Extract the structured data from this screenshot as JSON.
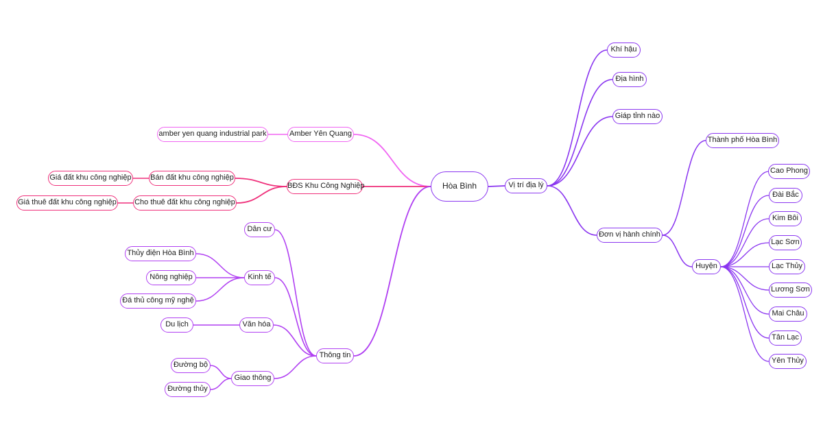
{
  "mindmap": {
    "root": "Hòa Bình",
    "amber": {
      "label": "Amber Yên Quang",
      "child": "amber yen quang industrial park"
    },
    "bds": {
      "label": "BĐS Khu Công Nghiệp",
      "sell": {
        "label": "Bán đất khu công nghiệp",
        "child": "Giá đất khu công nghiệp"
      },
      "rent": {
        "label": "Cho thuê đất khu công nghiệp",
        "child": "Giá thuê đất khu công nghiệp"
      }
    },
    "info": {
      "label": "Thông tin",
      "population": "Dân cư",
      "economy": {
        "label": "Kinh tế",
        "items": [
          "Thủy điện Hòa Bình",
          "Nông nghiệp",
          "Đá thủ công mỹ nghệ"
        ]
      },
      "culture": {
        "label": "Văn hóa",
        "items": [
          "Du lịch"
        ]
      },
      "transport": {
        "label": "Giao thông",
        "items": [
          "Đường bộ",
          "Đường thủy"
        ]
      }
    },
    "geo": {
      "label": "Vị trí địa lý",
      "items": [
        "Khí hậu",
        "Địa hình",
        "Giáp tỉnh nào"
      ],
      "admin": {
        "label": "Đơn vị hành chính",
        "city": "Thành phố Hòa Bình",
        "district": {
          "label": "Huyện",
          "items": [
            "Cao Phong",
            "Đài Bắc",
            "Kim Bôi",
            "Lạc Sơn",
            "Lạc Thủy",
            "Lương Sơn",
            "Mai Châu",
            "Tân Lạc",
            "Yên Thủy"
          ]
        }
      }
    }
  },
  "colors": {
    "purple": "#8a35f0",
    "violet": "#b03ff2",
    "pink": "#ef2f7a",
    "magenta": "#f064f2"
  }
}
